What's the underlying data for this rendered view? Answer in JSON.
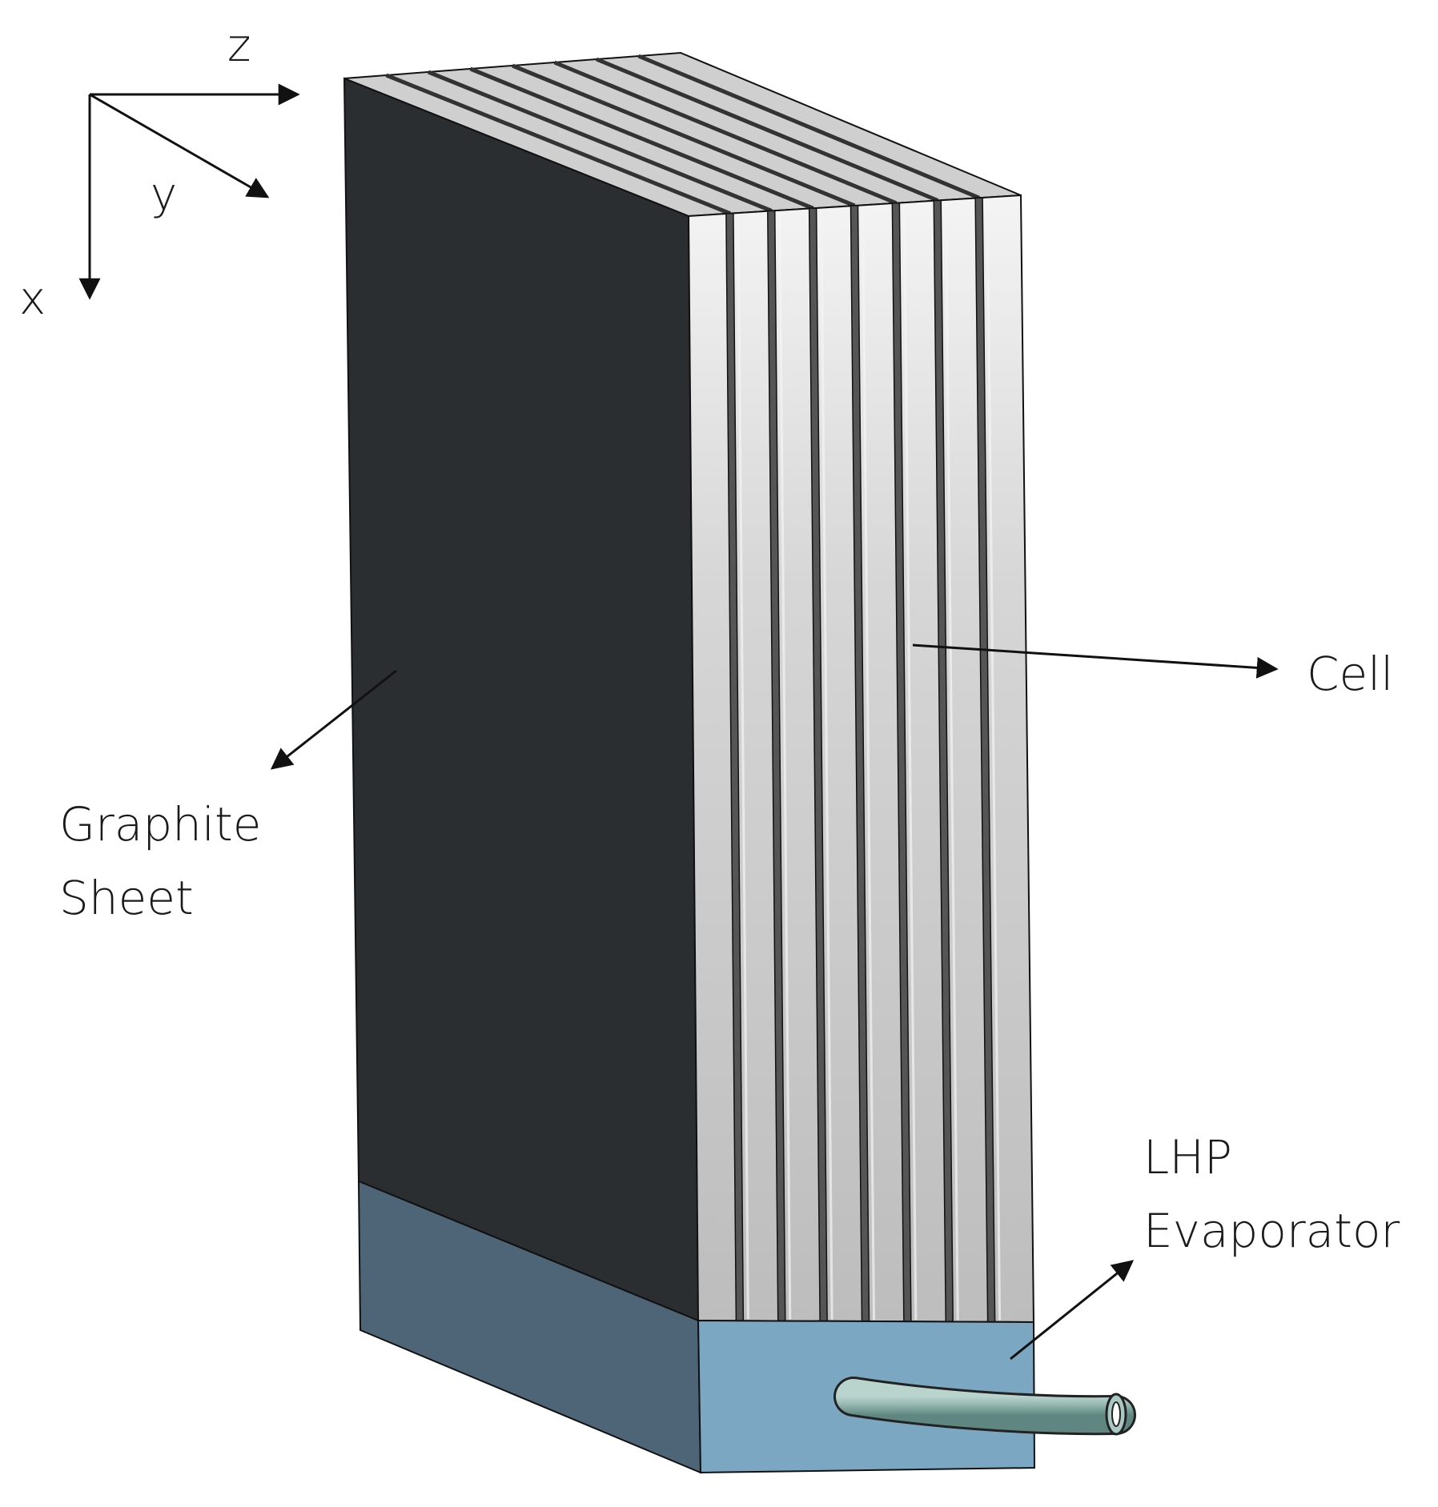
{
  "axes": {
    "x_label": "x",
    "y_label": "y",
    "z_label": "z"
  },
  "labels": {
    "cell": "Cell",
    "graphite_line1": "Graphite",
    "graphite_line2": "Sheet",
    "lhp_line1": "LHP",
    "lhp_line2": "Evaporator"
  },
  "colors": {
    "graphite_sheet": "#2b2e31",
    "cell_face": "#c6c6c6",
    "cell_highlight": "#f2f2f2",
    "evaporator_front": "#7ba7c3",
    "evaporator_side": "#4e6577",
    "pipe": "#90b5ad",
    "outline": "#111111"
  }
}
